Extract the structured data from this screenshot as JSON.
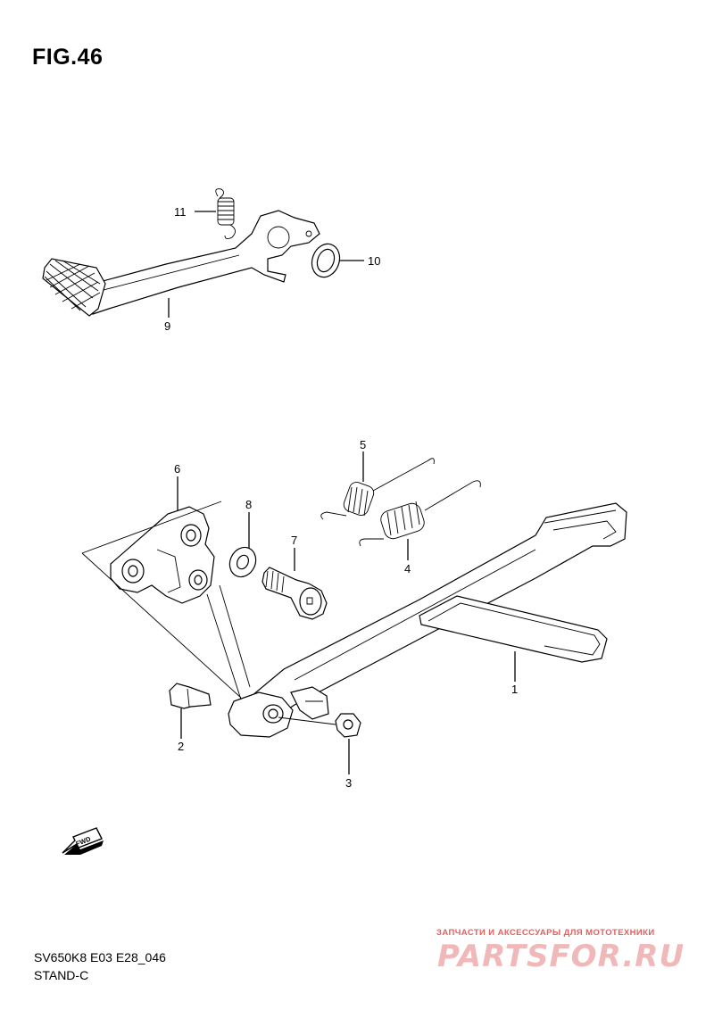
{
  "title": "FIG.46",
  "footer": {
    "model_code": "SV650K8 E03 E28_046",
    "section": "STAND-C"
  },
  "watermark": {
    "tagline": "ЗАПЧАСТИ И АКСЕССУАРЫ ДЛЯ МОТОТЕХНИКИ",
    "logo": "PARTSFOR.RU"
  },
  "fwd_label": "FWD",
  "callouts": {
    "c1": "1",
    "c2": "2",
    "c3": "3",
    "c4": "4",
    "c5": "5",
    "c6": "6",
    "c7": "7",
    "c8": "8",
    "c9": "9",
    "c10": "10",
    "c11": "11"
  }
}
